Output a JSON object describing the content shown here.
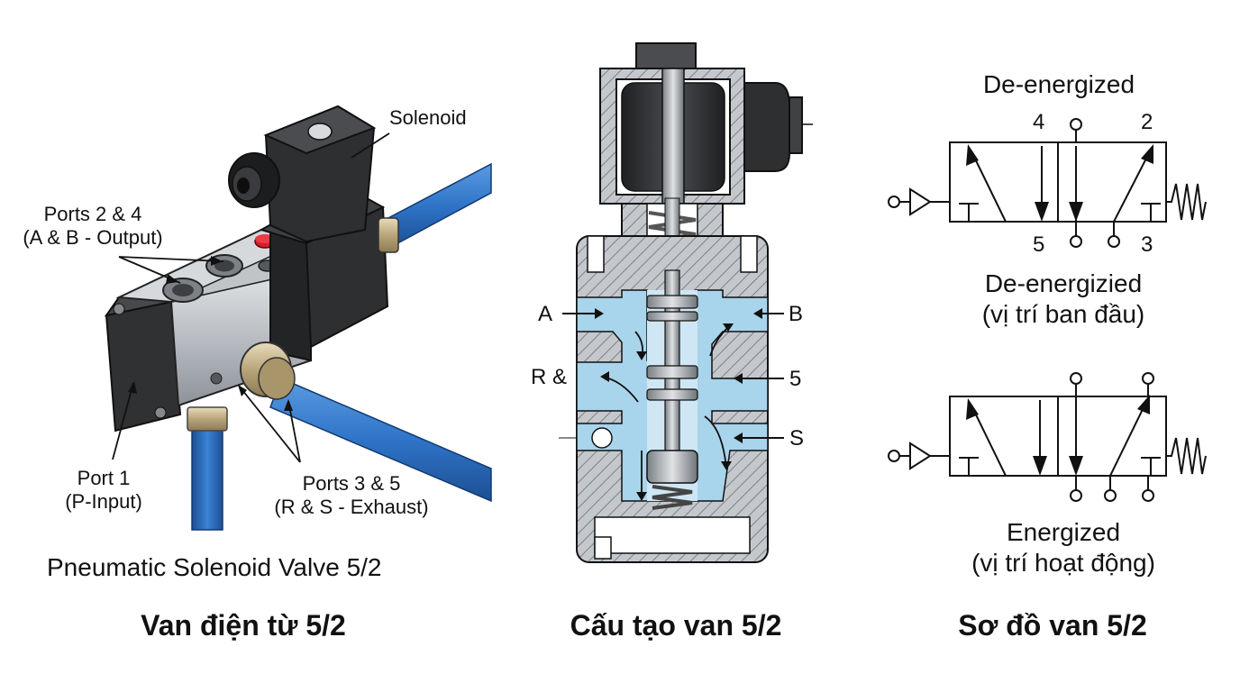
{
  "valve_photo": {
    "labels": {
      "solenoid": "Solenoid",
      "ports_24_line1": "Ports 2 & 4",
      "ports_24_line2": "(A & B - Output)",
      "port1_line1": "Port 1",
      "port1_line2": "(P-Input)",
      "ports_35_line1": "Ports 3 & 5",
      "ports_35_line2": "(R & S - Exhaust)"
    },
    "subtitle": "Pneumatic Solenoid Valve 5/2",
    "caption": "Van điện từ 5/2",
    "colors": {
      "tube": "#2f74c8",
      "body": "#b9bdc2",
      "coil": "#2e2f31",
      "brass": "#c9b48a",
      "indicator": "#d0202a"
    }
  },
  "cross_section": {
    "port_labels": {
      "a": "A",
      "b": "B",
      "r": "R &",
      "five": "5",
      "s": "S"
    },
    "caption": "Cấu tạo van 5/2",
    "colors": {
      "hatch": "#8a8f94",
      "air": "#a8d4ec",
      "body_fill": "#c4c8cc",
      "coil": "#3a3c3f"
    }
  },
  "symbol": {
    "top_title": "De-energized",
    "top_ports": {
      "four": "4",
      "two": "2",
      "five": "5",
      "three": "3"
    },
    "top_caption_line1": "De-energizied",
    "top_caption_line2": "(vị trí ban đầu)",
    "bottom_caption_line1": "Energized",
    "bottom_caption_line2": "(vị trí hoạt động)",
    "caption": "Sơ đồ van 5/2"
  }
}
